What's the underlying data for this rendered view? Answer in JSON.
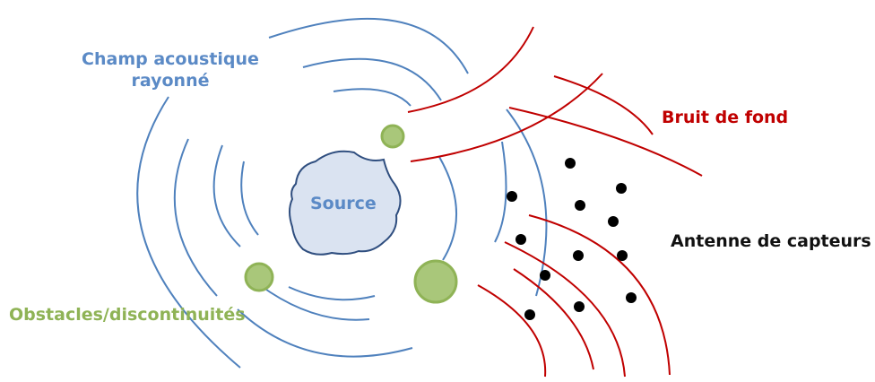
{
  "labels": {
    "champ_line1": "Champ acoustique",
    "champ_line2": "rayonné",
    "bruit": "Bruit de fond",
    "antenne": "Antenne de capteurs",
    "obstacles": "Obstacles/discontinuités",
    "source": "Source"
  },
  "colors": {
    "field": "#4f81bd",
    "noise": "#c00000",
    "obstacle_fill": "#a9c77a",
    "obstacle_stroke": "#8fb356",
    "source_fill": "#dae3f1",
    "source_stroke": "#2f4e7f",
    "sensor": "#000000"
  }
}
